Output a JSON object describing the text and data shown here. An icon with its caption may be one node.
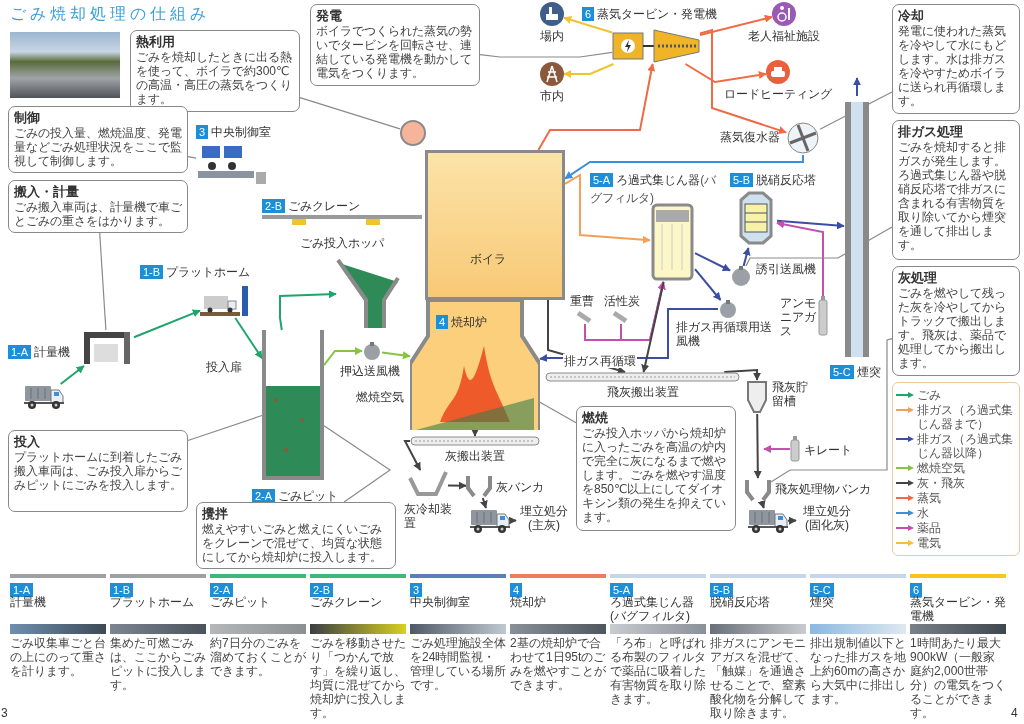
{
  "diagram": {
    "title": "ごみ焼却処理の仕組み",
    "nodes": [
      {
        "text": [
          "発電",
          "ボイラでつくられた蒸気の勢いでタービンを回転させ、連結している発電機を動かして電気をつくります。"
        ]
      },
      {
        "text": [
          "6",
          "蒸気タービン・発電機"
        ]
      },
      {
        "text": [
          "場内"
        ]
      },
      {
        "text": [
          "市内"
        ]
      },
      {
        "text": [
          "老人福祉施設"
        ]
      },
      {
        "text": [
          "ロードヒーティング"
        ]
      },
      {
        "text": [
          "熱利用",
          "ごみを焼却したときに出る熱を使って、ボイラで約300℃の高温・高圧の蒸気をつくります。"
        ]
      },
      {
        "text": [],
        "shape": "circle"
      },
      {
        "text": [
          "ボイラ"
        ]
      },
      {
        "text": [
          "蒸気復水器"
        ]
      },
      {
        "text": [
          "冷却",
          "発電に使われた蒸気を冷やして水にもどします。水は排ガスを冷やすためボイラに送られ再循環します。"
        ]
      },
      {
        "text": [
          "制御",
          "ごみの投入量、燃焼温度、発電量などごみ処理状況をここで監視して制御します。"
        ]
      },
      {
        "text": [
          "3",
          "中央制御室"
        ]
      },
      {
        "text": [
          "2-B",
          "ごみクレーン"
        ]
      },
      {
        "text": [
          "ごみ投入ホッパ"
        ]
      },
      {
        "text": [
          "5-A",
          "ろ過式集じん器",
          "(バグフィルタ)"
        ]
      },
      {
        "text": [
          "5-B",
          "脱硝反応塔"
        ]
      },
      {
        "text": [
          "重曹"
        ]
      },
      {
        "text": [
          "活性炭"
        ]
      },
      {
        "text": [
          "誘引送風機"
        ]
      },
      {
        "text": [
          "排ガス再循環用送風機"
        ]
      },
      {
        "text": [
          "アンモニアガス"
        ]
      },
      {
        "text": [
          "5-C",
          "煙突"
        ]
      },
      {
        "text": [
          "飛灰搬出装置"
        ]
      },
      {
        "text": [
          "搬入・計量",
          "ごみ搬入車両は、計量機で車ごとごみの重さをはかります。"
        ]
      },
      {
        "text": [
          "1-B",
          "プラットホーム"
        ]
      },
      {
        "text": [
          "1-A",
          "計量機"
        ]
      },
      {
        "text": [],
        "shape": "picture"
      },
      {
        "text": [
          "2-A",
          "ごみピット"
        ]
      },
      {
        "text": [
          "押込送風機"
        ]
      },
      {
        "text": [
          "4",
          "焼却炉"
        ]
      },
      {
        "text": [
          "灰搬出装置"
        ]
      },
      {
        "text": [
          "燃焼",
          "ごみ投入ホッパから焼却炉に入ったごみを高温の炉内で完全に灰になるまで燃やします。ごみを燃やす温度を850℃以上にしてダイオキシン類の発生を抑えています。"
        ]
      },
      {
        "text": [
          "飛灰貯留槽"
        ]
      },
      {
        "text": [
          "キレート"
        ]
      },
      {
        "text": [
          "排ガス処理",
          "ごみを焼却すると排ガスが発生します。ろ過式集じん器や脱硝反応塔で排ガスに含まれる有害物質を取り除いてから煙突を通して排出します。"
        ]
      },
      {
        "text": [
          "灰冷却装置"
        ]
      },
      {
        "text": [
          "灰バンカ"
        ]
      },
      {
        "text": [],
        "shape": "picture"
      },
      {
        "text": [
          "埋立処分",
          "(主灰)"
        ]
      },
      {
        "text": [
          "飛灰処理物バンカ"
        ]
      },
      {
        "text": [],
        "shape": "picture"
      },
      {
        "text": [
          "埋立処分",
          "(固化灰)"
        ]
      },
      {
        "text": [
          "灰処理",
          "ごみを燃やして残った灰を冷やしてからトラックで搬出します。飛灰は、薬品で処理してから搬出します。"
        ]
      },
      {
        "text": [
          "投入",
          "プラットホームに到着したごみ搬入車両は、ごみ投入扉からごみピットにごみを投入します。"
        ]
      },
      {
        "text": [
          "攪拌",
          "燃えやすいごみと燃えにくいごみをクレーンで混ぜて、均質な状態にしてから焼却炉に投入します。"
        ]
      },
      {
        "text": [
          "1-A",
          "計量機",
          "ごみ収集車ごと台の上にのって重さを計ります。"
        ]
      },
      {
        "text": [
          "1-B",
          "プラットホーム",
          "集めた可燃ごみは、ここからごみピットに投入します。"
        ]
      },
      {
        "text": [
          "2-A",
          "ごみピット",
          "約7日分のごみを溜めておくことができます。"
        ]
      },
      {
        "text": [
          "2-B",
          "ごみクレーン",
          "ごみを移動させたり「つかんで放す」を繰り返し、均質に混ぜてから焼却炉に投入します。"
        ]
      },
      {
        "text": [
          "3",
          "中央制御室",
          "ごみ処理施設全体を24時間監視・管理している場所です。"
        ]
      },
      {
        "text": [
          "4",
          "焼却炉",
          "2基の焼却炉で合わせて1日95tのごみを燃やすことができます。"
        ]
      },
      {
        "text": [
          "5-A",
          "ろ過式集じん器(バグフィルタ)",
          "「ろ布」と呼ばれる布製のフィルタで薬品に吸着した有害物質を取り除きます。"
        ]
      },
      {
        "text": [
          "5-B",
          "脱硝反応塔",
          "排ガスにアンモニアガスを混ぜて、「触媒」を通過させることで、窒素酸化物を分解して取り除きます。"
        ]
      },
      {
        "text": [
          "5-C",
          "煙突",
          "排出規制値以下となった排ガスを地上約60mの高さから大気中に排出します。"
        ]
      },
      {
        "text": [
          "6",
          "蒸気タービン・発電機",
          "1時間あたり最大900kW（一般家庭約2,000世帯分）の電気をつくることができます。"
        ]
      }
    ],
    "edges": [
      {
        "from": 27,
        "to": 26,
        "arrow": "to",
        "color": "#1fa56b"
      },
      {
        "from": 26,
        "to": 25,
        "arrow": "to",
        "color": "#1fa56b"
      },
      {
        "from": 25,
        "to": 28,
        "arrow": "to",
        "color": "#1fa56b"
      },
      {
        "from": 28,
        "to": 14,
        "arrow": "to",
        "color": "#1fa56b"
      },
      {
        "from": 28,
        "to": 29,
        "arrow": "to",
        "color": "#86c540"
      },
      {
        "from": 29,
        "to": 30,
        "arrow": "to",
        "color": "#86c540"
      },
      {
        "from": 8,
        "to": 15,
        "arrow": "to",
        "color": "#f2a05a"
      },
      {
        "from": 15,
        "to": 19,
        "arrow": "to",
        "color": "#3b4ea3"
      },
      {
        "from": 19,
        "to": 16,
        "arrow": "to",
        "color": "#3b4ea3"
      },
      {
        "from": 16,
        "to": 22,
        "arrow": "to",
        "color": "#3b4ea3"
      },
      {
        "from": 22,
        "to": null,
        "arrow": "to",
        "color": "#3b4ea3"
      },
      {
        "from": 15,
        "to": 20,
        "arrow": "to",
        "color": "#3b4ea3"
      },
      {
        "from": 20,
        "to": 30,
        "arrow": "to",
        "label": "排ガス再循環",
        "color": "#3b4ea3"
      },
      {
        "from": 17,
        "to": 15,
        "arrow": "to",
        "color": "#c54fae"
      },
      {
        "from": 18,
        "to": 15,
        "arrow": "to",
        "color": "#c54fae"
      },
      {
        "from": 21,
        "to": 16,
        "arrow": "to",
        "color": "#c54fae"
      },
      {
        "from": 8,
        "to": 1,
        "arrow": "to",
        "color": "#ef6a45"
      },
      {
        "from": 1,
        "to": 4,
        "arrow": "to",
        "color": "#ef6a45"
      },
      {
        "from": 1,
        "to": 5,
        "arrow": "to",
        "color": "#ef6a45"
      },
      {
        "from": 1,
        "to": 9,
        "arrow": "to",
        "color": "#ef6a45"
      },
      {
        "from": 9,
        "to": 8,
        "arrow": "to",
        "color": "#3d8fd9"
      },
      {
        "from": 1,
        "to": 2,
        "arrow": "to",
        "color": "#f2c230"
      },
      {
        "from": 1,
        "to": 3,
        "arrow": "to",
        "color": "#f2c230"
      },
      {
        "from": 30,
        "to": 31,
        "arrow": "to"
      },
      {
        "from": 31,
        "to": 36,
        "arrow": "to"
      },
      {
        "from": 36,
        "to": 37,
        "arrow": "to"
      },
      {
        "from": 37,
        "to": 38,
        "arrow": "to"
      },
      {
        "from": 38,
        "to": 39,
        "arrow": "to"
      },
      {
        "from": 8,
        "to": 23,
        "arrow": "to"
      },
      {
        "from": 15,
        "to": 23,
        "arrow": "to"
      },
      {
        "from": 23,
        "to": 33,
        "arrow": "to"
      },
      {
        "from": 33,
        "to": 40,
        "arrow": "to"
      },
      {
        "from": 34,
        "to": null,
        "arrow": "to",
        "color": "#c54fae"
      },
      {
        "from": 40,
        "to": 41,
        "arrow": "to"
      },
      {
        "from": 41,
        "to": 42,
        "arrow": "to"
      },
      {
        "from": 0,
        "to": 1,
        "arrow": "none",
        "color": "#8a8a8a"
      },
      {
        "from": 6,
        "to": 7,
        "arrow": "none",
        "color": "#8a8a8a"
      },
      {
        "from": 10,
        "to": 9,
        "arrow": "none",
        "color": "#8a8a8a"
      },
      {
        "from": 11,
        "to": 12,
        "arrow": "none",
        "color": "#8a8a8a"
      },
      {
        "from": 24,
        "to": 26,
        "arrow": "none",
        "color": "#8a8a8a"
      },
      {
        "from": 44,
        "to": 28,
        "arrow": "none",
        "color": "#8a8a8a"
      },
      {
        "from": 45,
        "to": 28,
        "arrow": "none",
        "color": "#8a8a8a"
      },
      {
        "from": 32,
        "to": 30,
        "arrow": "none",
        "color": "#8a8a8a"
      },
      {
        "from": 35,
        "to": 19,
        "arrow": "none",
        "color": "#8a8a8a"
      },
      {
        "from": 43,
        "to": 40,
        "arrow": "none",
        "color": "#8a8a8a"
      }
    ],
    "labels": [
      "投入扉",
      "燃焼空気",
      "3",
      "4"
    ],
    "legend": [
      {
        "text": "ごみ",
        "color": "#1fa56b"
      },
      {
        "text": "排ガス（ろ過式集じん器まで）",
        "color": "#f2a05a"
      },
      {
        "text": "排ガス（ろ過式集じん器以降）",
        "color": "#3b4ea3"
      },
      {
        "text": "燃焼空気",
        "color": "#86c540"
      },
      {
        "text": "灰・飛灰",
        "color": "#444444"
      },
      {
        "text": "蒸気",
        "color": "#ef6a45"
      },
      {
        "text": "水",
        "color": "#3d8fd9"
      },
      {
        "text": "薬品",
        "color": "#c54fae"
      },
      {
        "text": "電気",
        "color": "#f2c230"
      }
    ]
  }
}
